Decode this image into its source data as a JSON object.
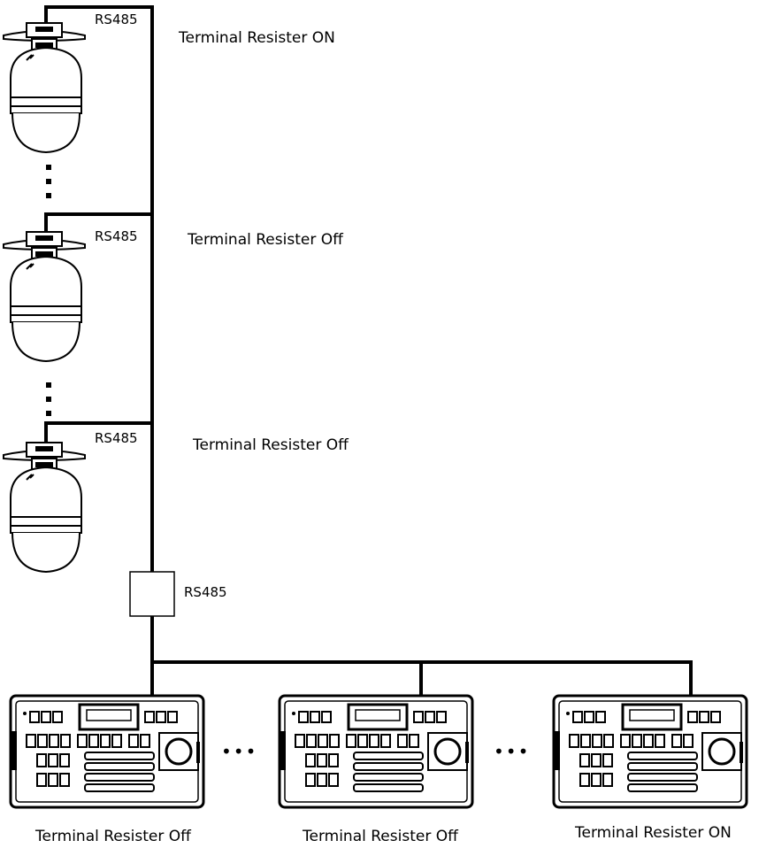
{
  "cameras": [
    {
      "port_label": "RS485",
      "terminal_label": "Terminal Resister ON"
    },
    {
      "port_label": "RS485",
      "terminal_label": "Terminal Resister Off"
    },
    {
      "port_label": "RS485",
      "terminal_label": "Terminal Resister Off"
    }
  ],
  "hub": {
    "label": "RS485"
  },
  "keyboards": [
    {
      "terminal_label": "Terminal Resister Off"
    },
    {
      "terminal_label": "Terminal Resister Off"
    },
    {
      "terminal_label": "Terminal Resister ON"
    }
  ],
  "ellipsis_symbol": "•••"
}
